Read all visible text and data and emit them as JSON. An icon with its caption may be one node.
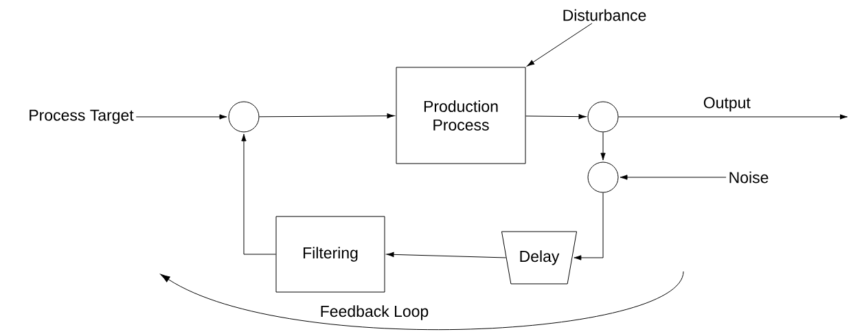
{
  "diagram": {
    "nodes": [
      {
        "text": [
          "Process Target"
        ]
      },
      {
        "text": [],
        "shape": "circle"
      },
      {
        "text": [
          "Production Process"
        ]
      },
      {
        "text": [
          "Disturbance"
        ]
      },
      {
        "text": [],
        "shape": "circle"
      },
      {
        "text": [],
        "shape": "circle"
      },
      {
        "text": [
          "Noise"
        ]
      },
      {
        "text": [
          "Delay"
        ]
      },
      {
        "text": [
          "Filtering"
        ]
      }
    ],
    "edges": [
      {
        "from": 0,
        "to": 1,
        "arrow": "to"
      },
      {
        "from": 1,
        "to": 2,
        "arrow": "to"
      },
      {
        "from": 3,
        "to": 2,
        "arrow": "to"
      },
      {
        "from": 2,
        "to": 4,
        "arrow": "to"
      },
      {
        "from": 4,
        "to": null,
        "arrow": "to",
        "label": "Output"
      },
      {
        "from": 4,
        "to": 5,
        "arrow": "to"
      },
      {
        "from": 6,
        "to": 5,
        "arrow": "to"
      },
      {
        "from": 5,
        "to": 7,
        "arrow": "to"
      },
      {
        "from": 7,
        "to": 8,
        "arrow": "to"
      },
      {
        "from": 8,
        "to": 1,
        "arrow": "to"
      }
    ],
    "labels": [
      "Feedback Loop"
    ]
  }
}
